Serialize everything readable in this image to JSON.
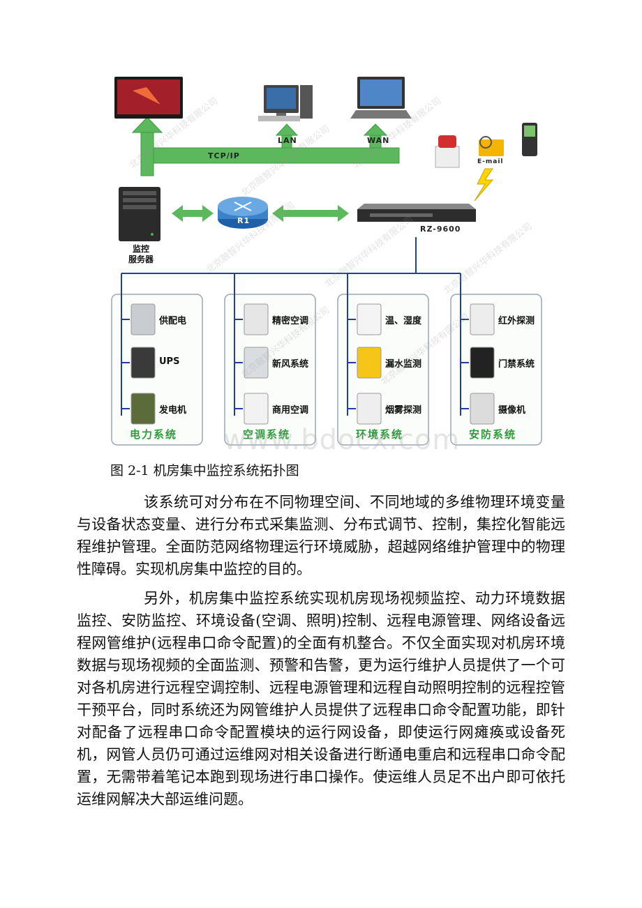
{
  "diagram": {
    "network": {
      "tcp_ip": "TCP/IP",
      "lan": "LAN",
      "wan": "WAN",
      "router": "R1",
      "email": "E-mail",
      "device": "RZ-9600",
      "server_line1": "监控",
      "server_line2": "服务器"
    },
    "systems": [
      {
        "title": "电力系统",
        "items": [
          "供配电",
          "UPS",
          "发电机"
        ]
      },
      {
        "title": "空调系统",
        "items": [
          "精密空调",
          "新风系统",
          "商用空调"
        ]
      },
      {
        "title": "环境系统",
        "items": [
          "温、湿度",
          "漏水监测",
          "烟雾探测"
        ]
      },
      {
        "title": "安防系统",
        "items": [
          "红外探测",
          "门禁系统",
          "摄像机"
        ]
      }
    ],
    "watermark": "北京融智兴华科技有限公司",
    "site_watermark": "www.bdocx.com"
  },
  "caption": "图 2-1 机房集中监控系统拓扑图",
  "paragraphs": [
    "该系统可对分布在不同物理空间、不同地域的多维物理环境变量与设备状态变量、进行分布式采集监测、分布式调节、控制，集控化智能远程维护管理。全面防范网络物理运行环境威胁，超越网络维护管理中的物理性障碍。实现机房集中监控的目的。",
    "另外，机房集中监控系统实现机房现场视频监控、动力环境数据监控、安防监控、环境设备(空调、照明)控制、远程电源管理、网络设备远程网管维护(远程串口命令配置)的全面有机整合。不仅全面实现对机房环境数据与现场视频的全面监测、预警和告警，更为运行维护人员提供了一个可对各机房进行远程空调控制、远程电源管理和远程自动照明控制的远程控管干预平台，同时系统还为网管维护人员提供了远程串口命令配置功能，即针对配备了远程串口命令配置模块的运行网设备，即使运行网瘫痪或设备死机，网管人员仍可通过运维网对相关设备进行断通电重启和远程串口命令配置，无需带着笔记本跑到现场进行串口操作。使运维人员足不出户即可依托运维网解决大部运维问题。"
  ]
}
